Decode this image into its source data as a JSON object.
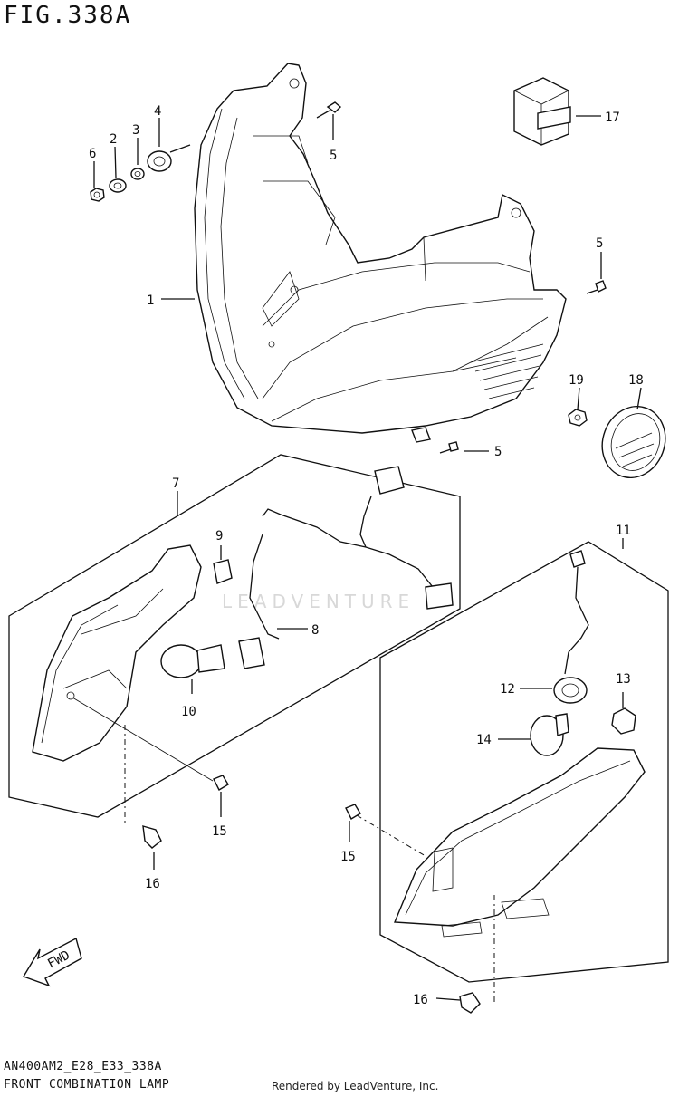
{
  "figure": {
    "title": "FIG.338A",
    "model_code": "AN400AM2_E28_E33_338A",
    "name": "FRONT COMBINATION LAMP",
    "rendered_by": "Rendered by LeadVenture, Inc.",
    "watermark": "LEADVENTURE"
  },
  "callouts": {
    "c1": "1",
    "c2": "2",
    "c3": "3",
    "c4": "4",
    "c5a": "5",
    "c5b": "5",
    "c5c": "5",
    "c6": "6",
    "c7": "7",
    "c8": "8",
    "c9": "9",
    "c10": "10",
    "c11": "11",
    "c12": "12",
    "c13": "13",
    "c14": "14",
    "c15a": "15",
    "c15b": "15",
    "c16a": "16",
    "c16b": "16",
    "c17": "17",
    "c18": "18",
    "c19": "19"
  },
  "fwd_badge": {
    "label": "FWD"
  }
}
